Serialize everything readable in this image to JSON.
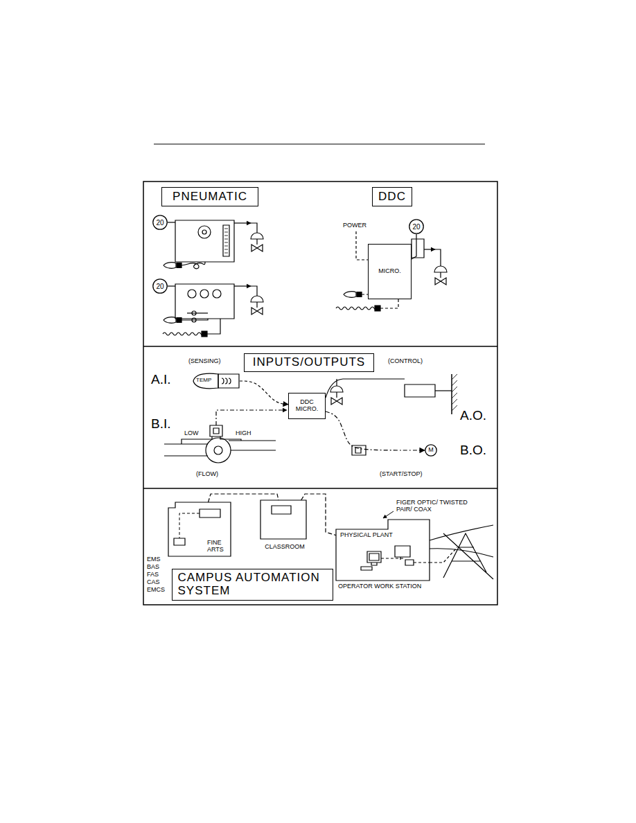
{
  "diagram": {
    "nodes": [
      {
        "text": [
          "PNEUMATIC"
        ]
      },
      {
        "text": [
          "DDC"
        ]
      },
      {
        "text": [
          "20"
        ]
      },
      {
        "text": [
          "20"
        ]
      },
      {
        "text": [
          "MICRO."
        ]
      },
      {
        "text": [
          "20"
        ]
      },
      {
        "text": [
          "INPUTS/OUTPUTS"
        ]
      },
      {
        "text": [
          "TEMP"
        ]
      },
      {
        "text": [
          "DDC MICRO."
        ]
      },
      {
        "text": [
          "M"
        ]
      },
      {
        "text": [
          "FINE ARTS"
        ]
      },
      {
        "text": [
          "CLASSROOM"
        ]
      },
      {
        "text": [
          "PHYSICAL PLANT"
        ]
      },
      {
        "text": [
          "CAMPUS AUTOMATION SYSTEM"
        ]
      }
    ],
    "edges": [
      {
        "from": 5,
        "to": 4,
        "arrow": "none"
      },
      {
        "from": 7,
        "to": 8,
        "arrow": "to"
      },
      {
        "from": 8,
        "to": 9,
        "arrow": "to"
      },
      {
        "from": 10,
        "to": 11,
        "arrow": "none"
      },
      {
        "from": 11,
        "to": 12,
        "arrow": "none"
      }
    ],
    "labels": [
      "POWER",
      "(SENSING)",
      "(CONTROL)",
      "A.I.",
      "A.O.",
      "B.I.",
      "LOW",
      "HIGH",
      "B.O.",
      "(FLOW)",
      "(START/STOP)",
      "FIGER OPTIC/ TWISTED PAIR/ COAX",
      "OPERATOR WORK STATION",
      "EMS",
      "BAS",
      "FAS",
      "CAS",
      "EMCS"
    ]
  }
}
